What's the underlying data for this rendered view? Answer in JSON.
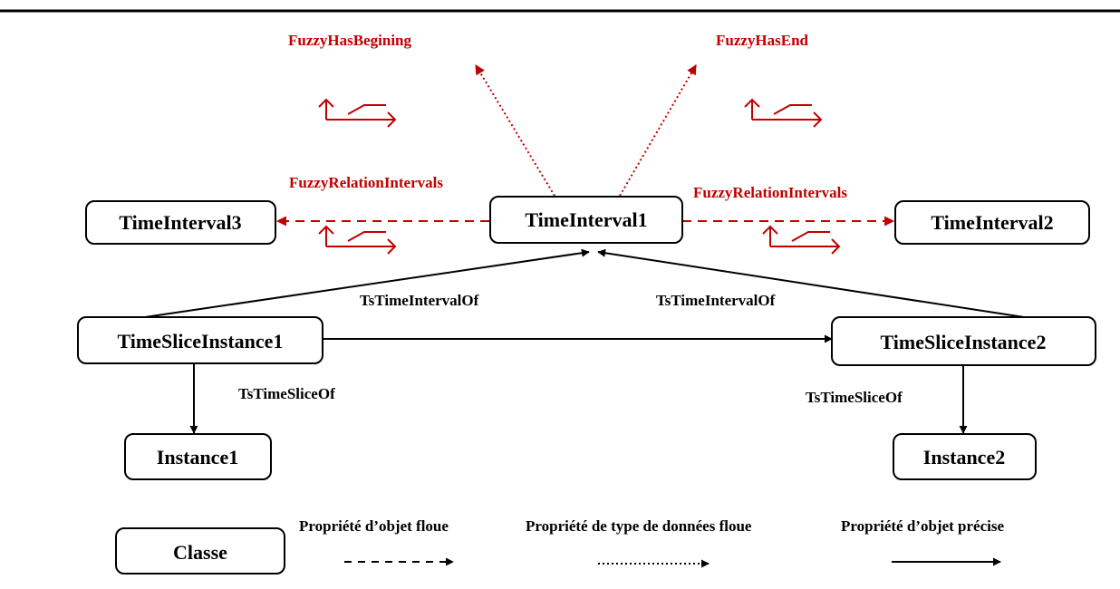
{
  "nodes": {
    "time_interval1": "TimeInterval1",
    "time_interval2": "TimeInterval2",
    "time_interval3": "TimeInterval3",
    "time_slice_instance1": "TimeSliceInstance1",
    "time_slice_instance2": "TimeSliceInstance2",
    "instance1": "Instance1",
    "instance2": "Instance2"
  },
  "edge_labels": {
    "fuzzy_has_begining": "FuzzyHasBegining",
    "fuzzy_has_end": "FuzzyHasEnd",
    "fuzzy_relation_intervals_left": "FuzzyRelationIntervals",
    "fuzzy_relation_intervals_right": "FuzzyRelationIntervals",
    "ts_time_interval_of_left": "TsTimeIntervalOf",
    "ts_time_interval_of_right": "TsTimeIntervalOf",
    "ts_time_slice_of_left": "TsTimeSliceOf",
    "ts_time_slice_of_right": "TsTimeSliceOf"
  },
  "legend": {
    "class_label": "Classe",
    "fuzzy_object_property": "Propriété d’objet floue",
    "fuzzy_datatype_property": "Propriété de type de données floue",
    "crisp_object_property": "Propriété d’objet précise"
  },
  "colors": {
    "fuzzy": "#c00000",
    "crisp": "#000000"
  }
}
